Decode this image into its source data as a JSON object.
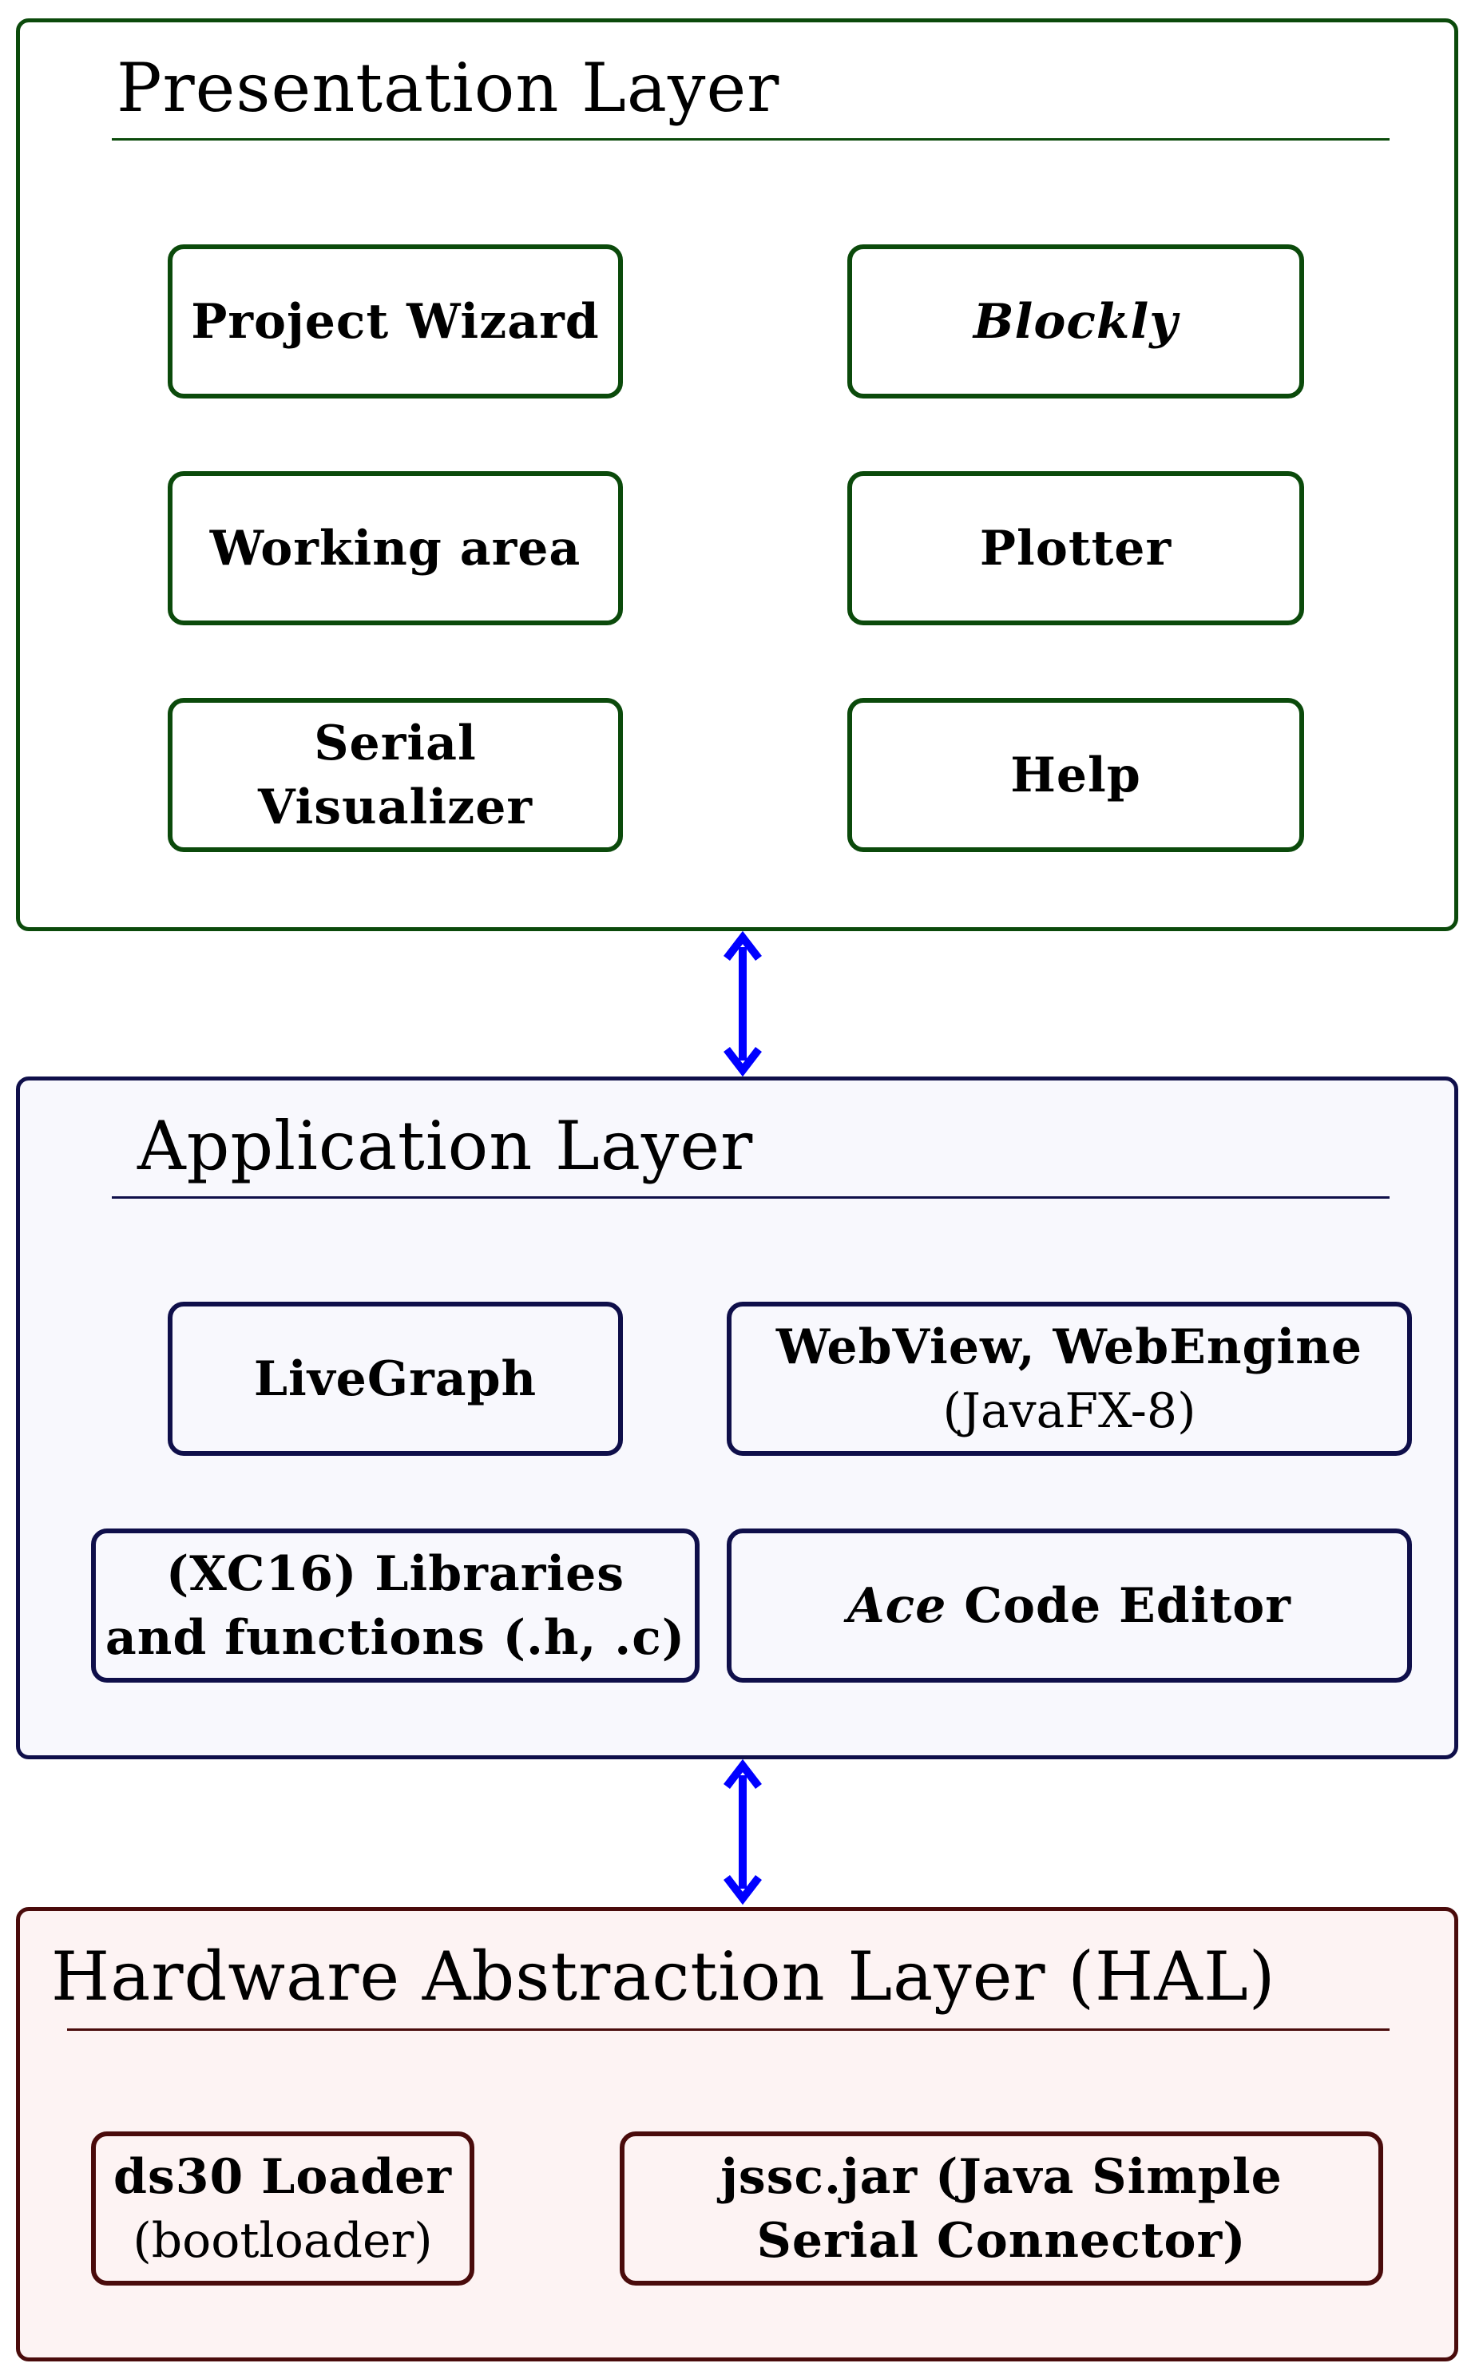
{
  "diagram": {
    "colors": {
      "presentation_border": "#0b4a0b",
      "presentation_fill": "#ffffff",
      "application_border": "#0f0f4a",
      "application_fill": "#f8f8fd",
      "hal_border": "#4a0b0b",
      "hal_fill": "#fdf3f3",
      "arrow": "#0000ff"
    },
    "presentation": {
      "title": "Presentation Layer",
      "boxes": {
        "project_wizard": "Project Wizard",
        "blockly": "Blockly",
        "working_area": "Working area",
        "plotter": "Plotter",
        "serial_visualizer_line1": "Serial",
        "serial_visualizer_line2": "Visualizer",
        "help": "Help"
      }
    },
    "application": {
      "title": "Application Layer",
      "boxes": {
        "livegraph": "LiveGraph",
        "webview_line1": "WebView, WebEngine",
        "webview_line2": "(JavaFX-8)",
        "libraries_line1": "(XC16) Libraries",
        "libraries_line2": "and functions (.h, .c)",
        "ace_italic": "Ace",
        "ace_rest": " Code Editor"
      }
    },
    "hal": {
      "title": "Hardware Abstraction Layer (HAL)",
      "boxes": {
        "ds30_line1": "ds30 Loader",
        "ds30_line2": "(bootloader)",
        "jssc_line1": "jssc.jar (Java Simple",
        "jssc_line2": "Serial Connector)"
      }
    }
  }
}
